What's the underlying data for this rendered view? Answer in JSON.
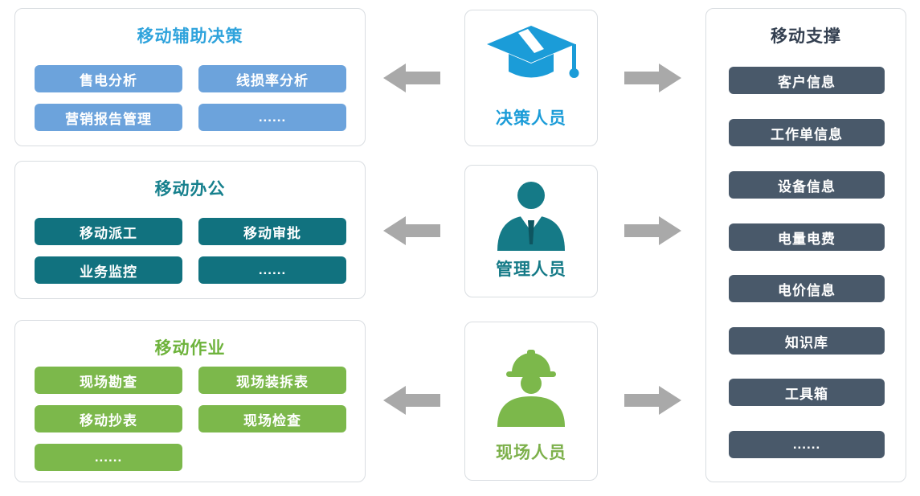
{
  "left_panels": [
    {
      "title": "移动辅助决策",
      "items": [
        "售电分析",
        "线损率分析",
        "营销报告管理",
        "......"
      ]
    },
    {
      "title": "移动办公",
      "items": [
        "移动派工",
        "移动审批",
        "业务监控",
        "......"
      ]
    },
    {
      "title": "移动作业",
      "items": [
        "现场勘查",
        "现场装拆表",
        "移动抄表",
        "现场检查",
        "......"
      ]
    }
  ],
  "roles": [
    {
      "label": "决策人员",
      "icon": "graduation-cap"
    },
    {
      "label": "管理人员",
      "icon": "manager-person"
    },
    {
      "label": "现场人员",
      "icon": "field-worker"
    }
  ],
  "right_panel": {
    "title": "移动支撑",
    "items": [
      "客户信息",
      "工作单信息",
      "设备信息",
      "电量电费",
      "电价信息",
      "知识库",
      "工具箱",
      "......"
    ]
  },
  "colors": {
    "blue_title": "#2fa3dc",
    "blue_button": "#6ca3dc",
    "blue_icon": "#1b9cd8",
    "teal_title": "#16808d",
    "teal_button": "#11727f",
    "green_title": "#6eb33c",
    "green_button": "#7cb84b",
    "dark_title": "#333f50",
    "dark_button": "#49596a",
    "arrow_gray": "#a9a9a9"
  }
}
